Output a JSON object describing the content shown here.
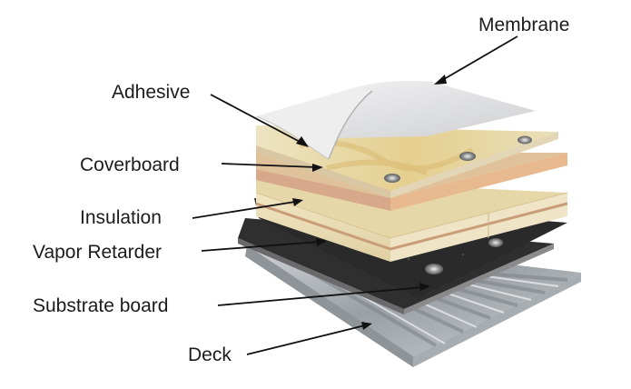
{
  "diagram": {
    "layers": [
      {
        "id": "membrane",
        "label": "Membrane",
        "color": "#e4e4e6"
      },
      {
        "id": "adhesive",
        "label": "Adhesive",
        "color": "#e9dcae"
      },
      {
        "id": "coverboard",
        "label": "Coverboard",
        "color": "#e2cfa0"
      },
      {
        "id": "insulation",
        "label": "Insulation",
        "color": "#e9dcb6"
      },
      {
        "id": "vapor_retarder",
        "label": "Vapor Retarder",
        "color": "#2b2b2b"
      },
      {
        "id": "substrate_board",
        "label": "Substrate board",
        "color": "#3a3a3a"
      },
      {
        "id": "deck",
        "label": "Deck",
        "color": "#b9bdc1"
      }
    ],
    "fastener_icon": "screw-plate-icon"
  }
}
